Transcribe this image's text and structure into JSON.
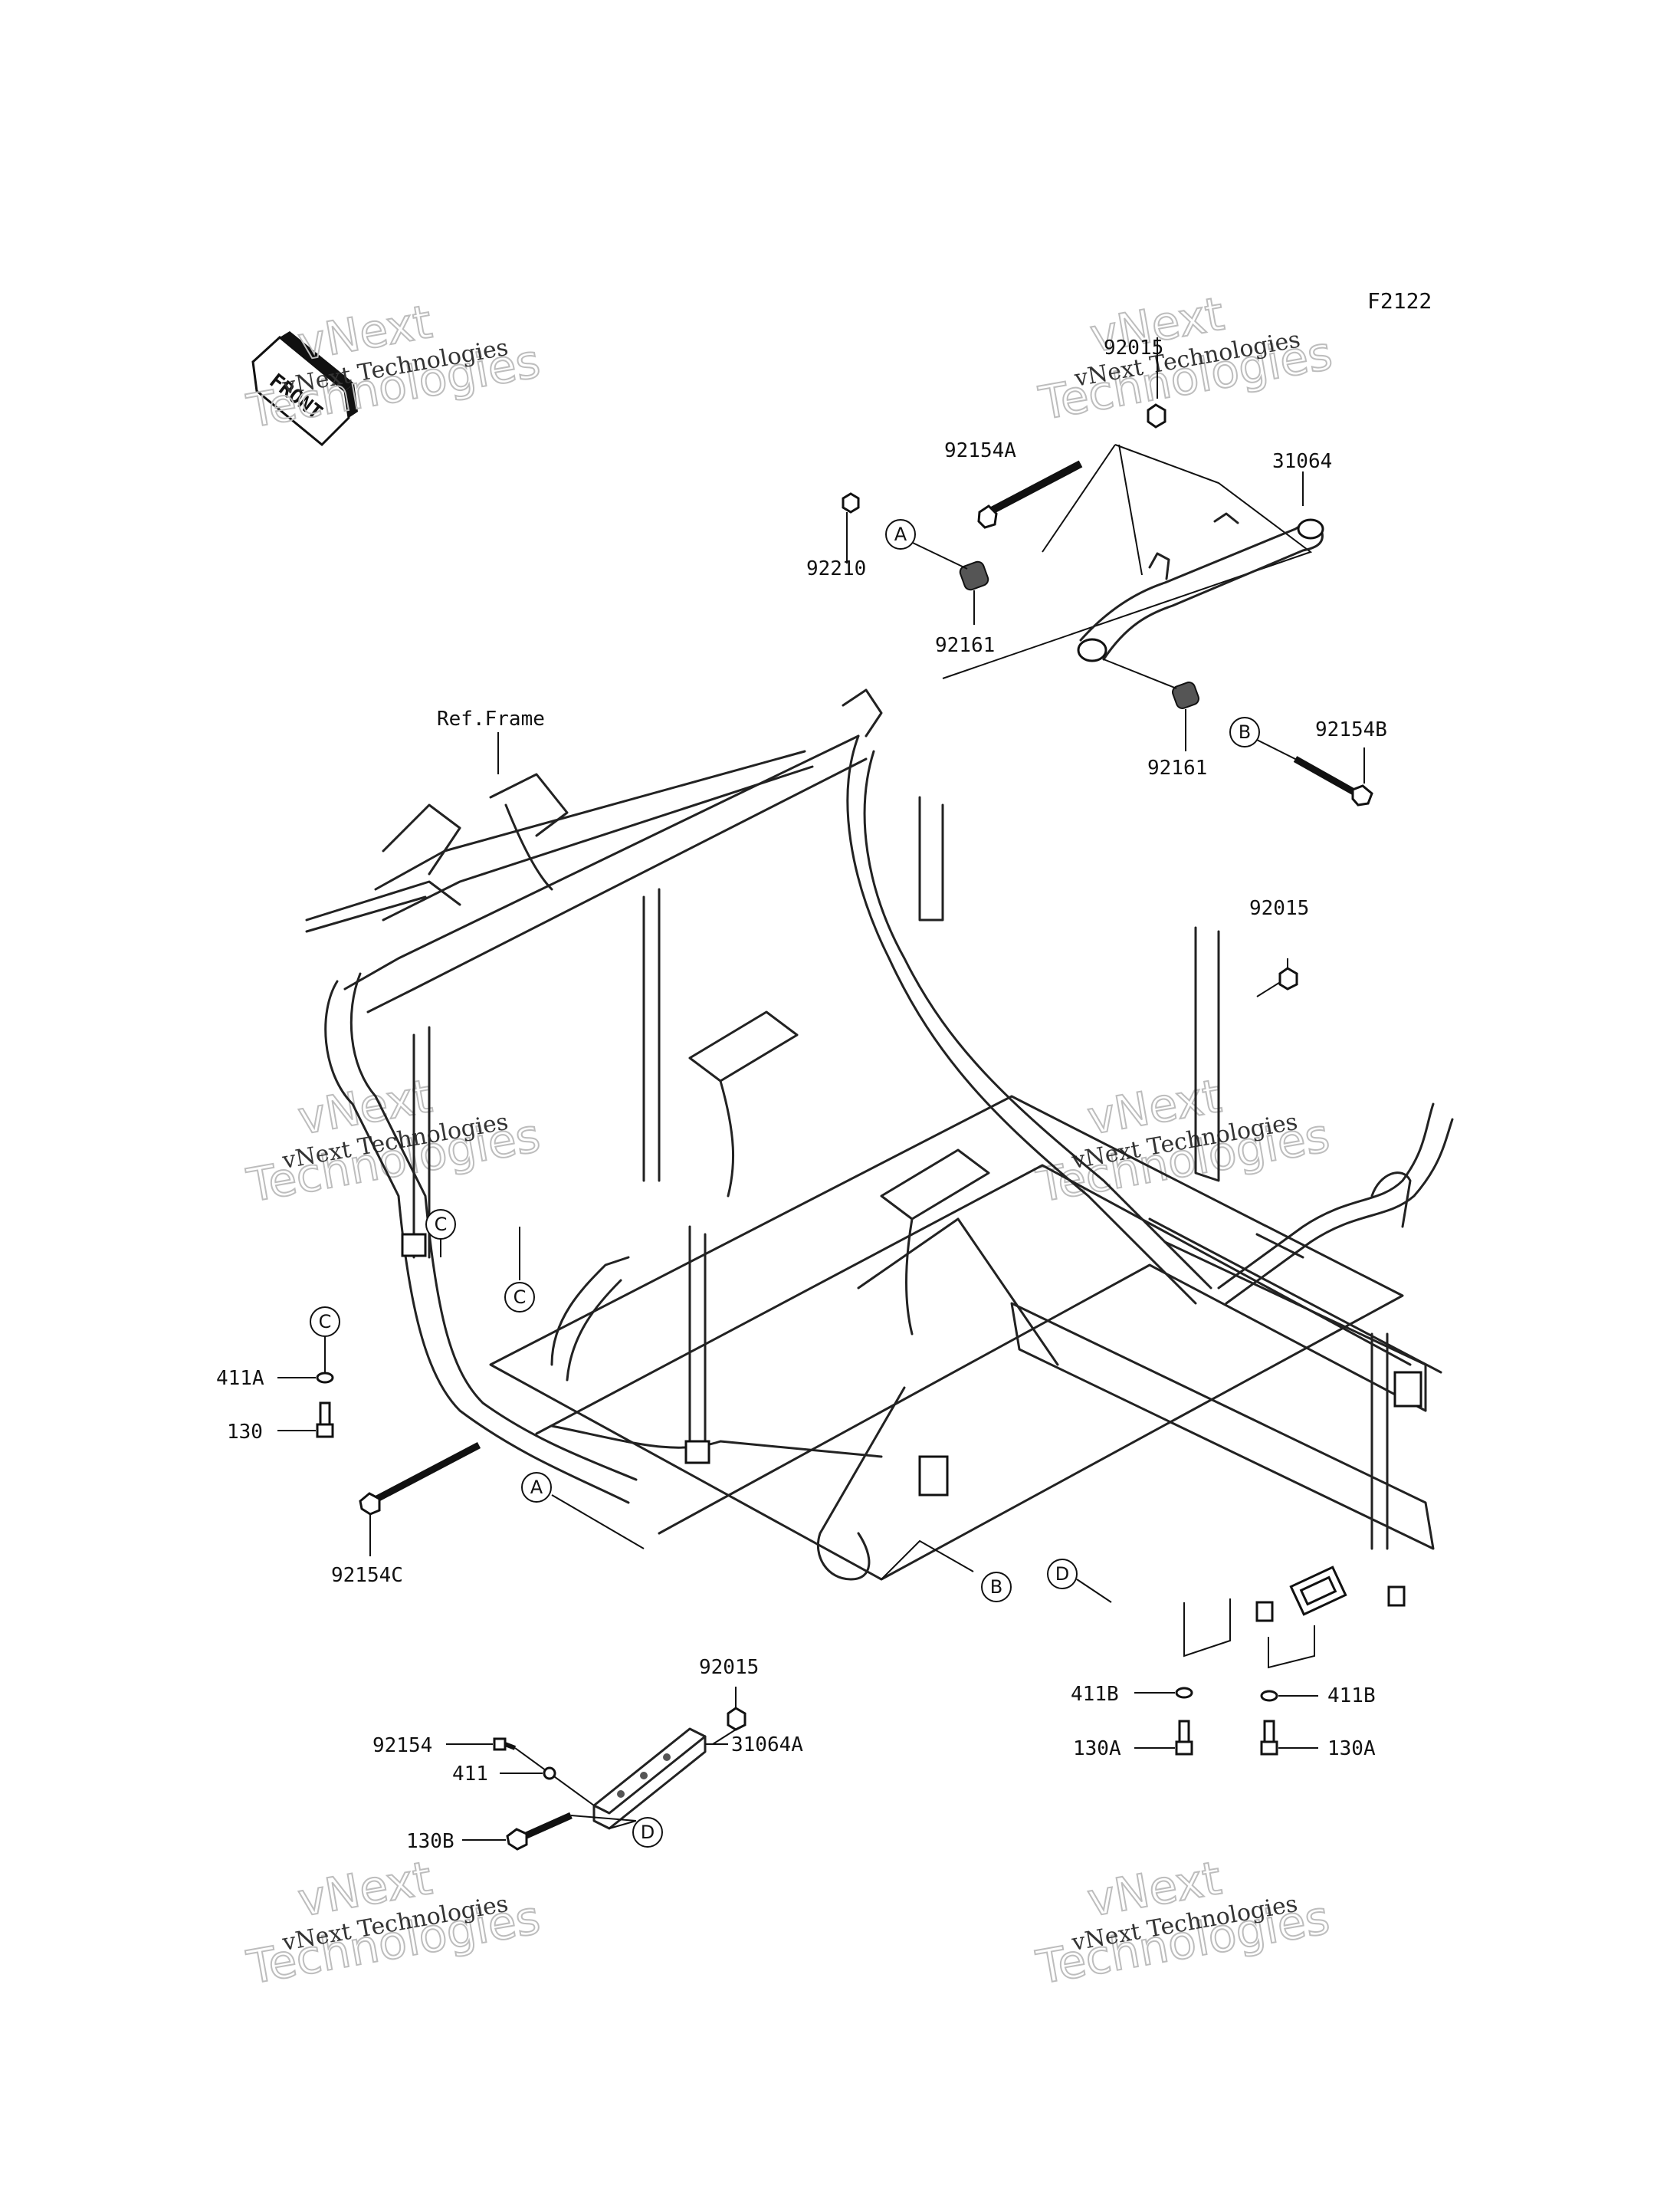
{
  "diagram_code": "F2122",
  "front_label": "FRONT",
  "ref_label": "Ref.Frame",
  "watermark": {
    "line1": "vNext Technologies",
    "line2": "vNext",
    "line3": "Technologies"
  },
  "parts": {
    "p92015_top": "92015",
    "p31064": "31064",
    "p92154A": "92154A",
    "p92210": "92210",
    "p92161_a": "92161",
    "p92161_b": "92161",
    "p92154B": "92154B",
    "p92015_mid": "92015",
    "p411A": "411A",
    "p130": "130",
    "p92154C": "92154C",
    "p411B_left": "411B",
    "p411B_right": "411B",
    "p130A_left": "130A",
    "p130A_right": "130A",
    "p92015_bot": "92015",
    "p92154": "92154",
    "p31064A": "31064A",
    "p411": "411",
    "p130B": "130B"
  },
  "callouts": {
    "A": "A",
    "B": "B",
    "C": "C",
    "D": "D"
  }
}
